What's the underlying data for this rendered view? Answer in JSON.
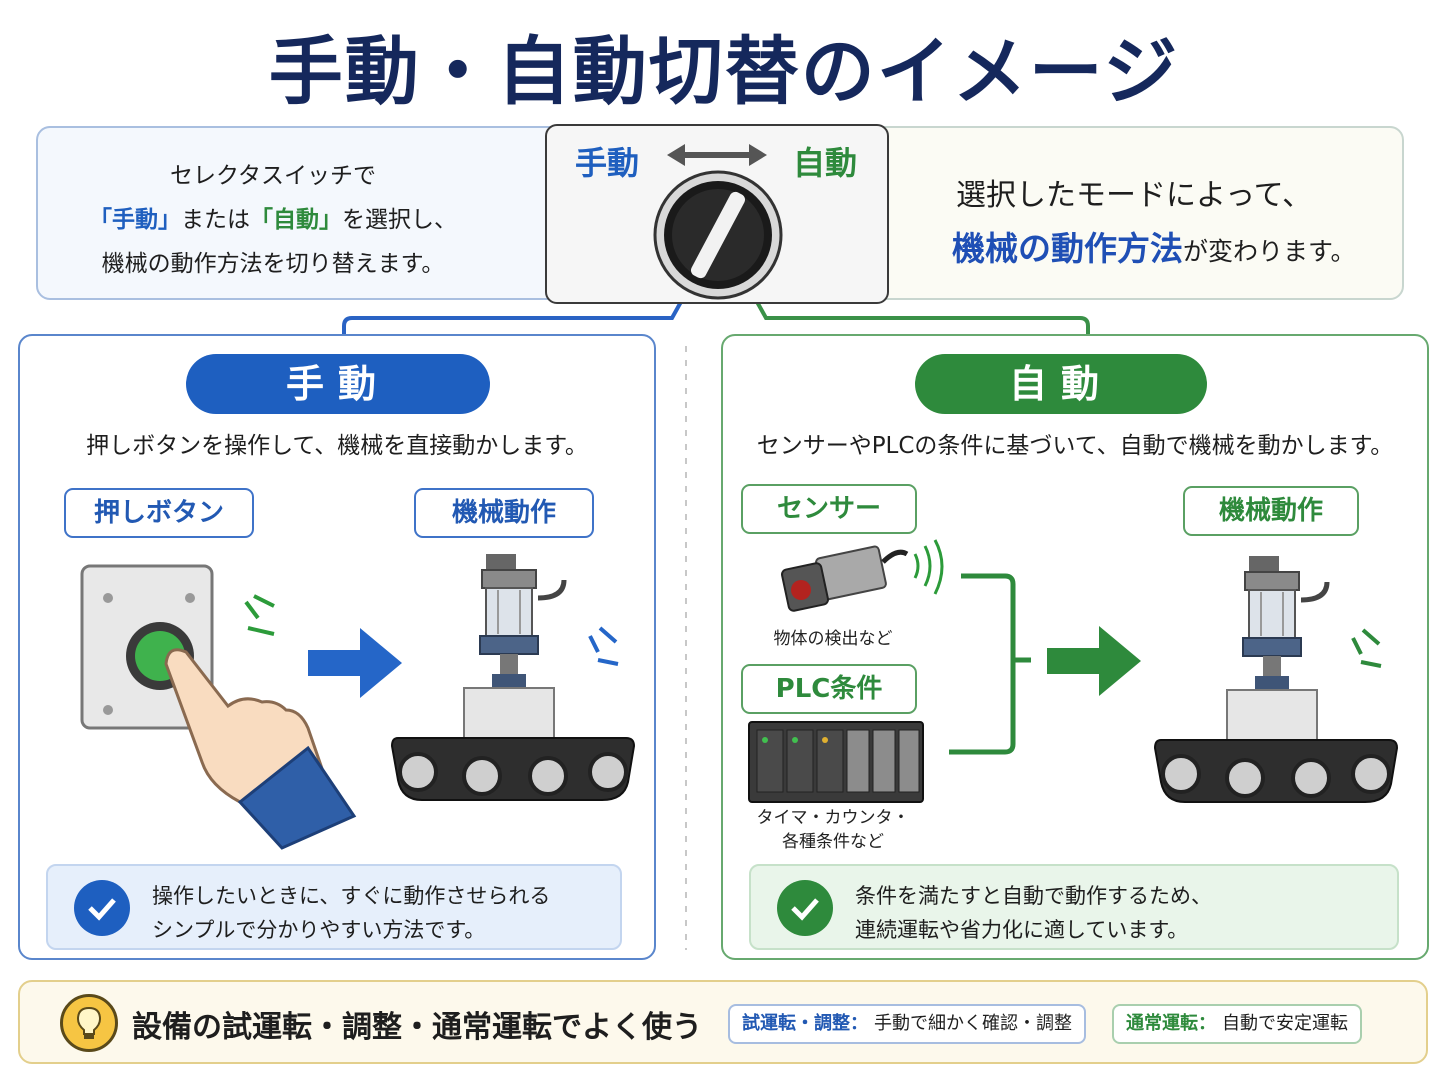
{
  "title": "手動・自動切替のイメージ",
  "intro_left": {
    "line1": "セレクタスイッチで",
    "manual_quote": "「手動」",
    "mid": "または",
    "auto_quote": "「自動」",
    "line2_end": "を選択し、",
    "line3": "機械の動作方法を切り替えます。"
  },
  "selector": {
    "manual_label": "手動",
    "auto_label": "自動"
  },
  "intro_right": {
    "line1": "選択したモードによって、",
    "highlight": "機械の動作方法",
    "line2_end": "が変わります。"
  },
  "manual": {
    "pill": "手動",
    "description": "押しボタンを操作して、機械を直接動かします。",
    "input_tag": "押しボタン",
    "output_tag": "機械動作",
    "note_line1": "操作したいときに、すぐに動作させられる",
    "note_line2": "シンプルで分かりやすい方法です。"
  },
  "auto": {
    "pill": "自動",
    "description": "センサーやPLCの条件に基づいて、自動で機械を動かします。",
    "sensor_tag": "センサー",
    "sensor_caption": "物体の検出など",
    "plc_tag": "PLC条件",
    "plc_caption_line1": "タイマ・カウンタ・",
    "plc_caption_line2": "各種条件など",
    "output_tag": "機械動作",
    "note_line1": "条件を満たすと自動で動作するため、",
    "note_line2": "連続運転や省力化に適しています。"
  },
  "footer": {
    "main": "設備の試運転・調整・通常運転でよく使う",
    "box1_key": "試運転・調整：",
    "box1_value": "手動で細かく確認・調整",
    "box2_key": "通常運転：",
    "box2_value": "自動で安定運転"
  },
  "colors": {
    "title": "#15285c",
    "manual": "#1e5fc0",
    "auto": "#2e8a3c",
    "footer_border": "#e3cf8c"
  },
  "icons": [
    "selector-switch-icon",
    "double-arrow-icon",
    "push-button-icon",
    "hand-icon",
    "machine-icon",
    "sensor-icon",
    "plc-icon",
    "check-icon",
    "lightbulb-icon"
  ]
}
